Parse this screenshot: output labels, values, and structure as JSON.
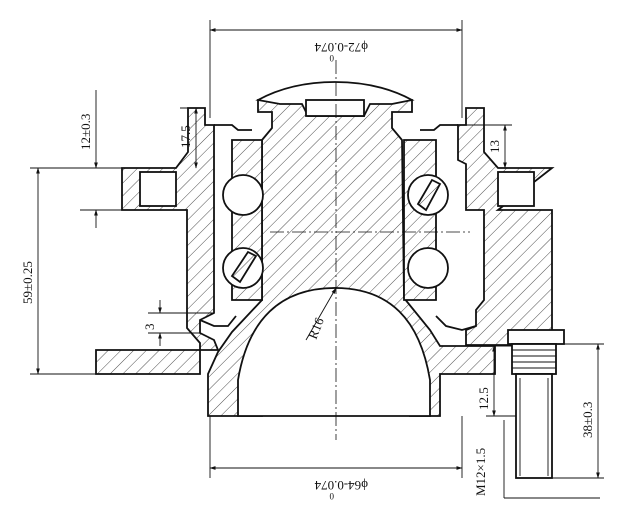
{
  "dimensions": {
    "top_diameter": "ϕ72-0.074",
    "top_diameter_sup": "0",
    "bottom_diameter": "ϕ64-0.074",
    "bottom_diameter_sup": "0",
    "flange_thickness": "12±0.3",
    "seal_offset_left": "17.5",
    "seal_offset_right": "13",
    "overall_height": "59±0.25",
    "gap": "3",
    "radius": "R16",
    "stud_length": "38±0.3",
    "stud_shank": "12.5",
    "thread": "M12×1.5"
  },
  "colors": {
    "line": "#111111",
    "background": "#ffffff"
  }
}
